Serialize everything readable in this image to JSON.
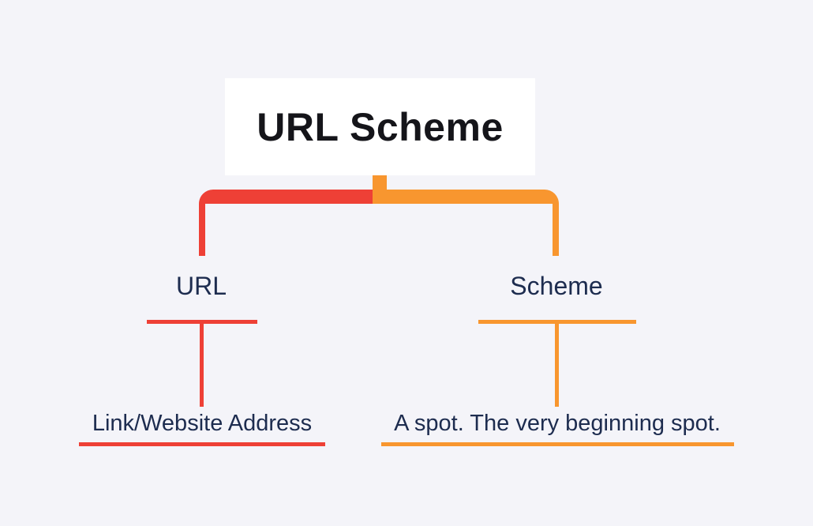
{
  "colors": {
    "background": "#f4f4f9",
    "box_background": "#ffffff",
    "title_text": "#15151a",
    "navy": "#1d2c4f",
    "red": "#ee4036",
    "orange": "#f8962f"
  },
  "diagram": {
    "title": "URL Scheme",
    "branches": [
      {
        "label": "URL",
        "description": "Link/Website Address",
        "accent_color": "#ee4036"
      },
      {
        "label": "Scheme",
        "description": "A spot. The very beginning spot.",
        "accent_color": "#f8962f"
      }
    ]
  }
}
